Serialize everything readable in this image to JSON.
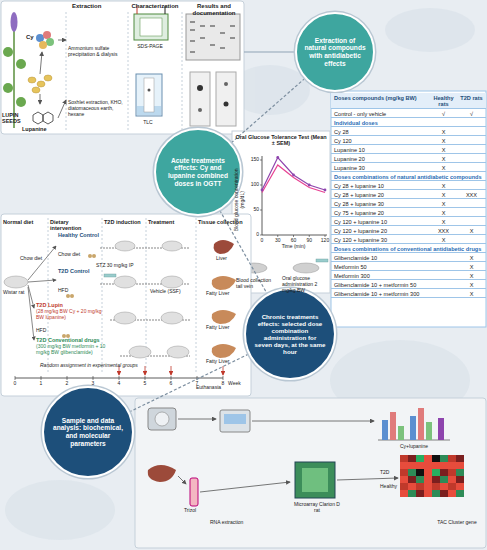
{
  "diagram": {
    "nodes": [
      {
        "text": [
          "Extraction of natural compounds with antidiabetic effects"
        ]
      },
      {
        "text": [
          "Acute treatments effects: Cy and lupanine combined doses in OGTT"
        ]
      },
      {
        "text": [
          "Chronic treatments effects: selected dose combination administration for seven days, at the same hour"
        ]
      },
      {
        "text": [
          "Sample and data analysis: biochemical, and molecular parameters"
        ]
      }
    ],
    "edges": [
      {
        "from": 0,
        "to": 1,
        "arrow": "none"
      },
      {
        "from": 1,
        "to": 2,
        "arrow": "none"
      },
      {
        "from": 2,
        "to": 3,
        "arrow": "none"
      }
    ],
    "labels": [
      "Extraction",
      "Characterization",
      "Results and documentation",
      "LUPIN SEEDS",
      "Cy",
      "Ammonium sulfate precipitation & dialysis",
      "SDS-PAGE",
      "Lupanine",
      "Soxhlet extraction, KHO, diatomaceous earth, hexane",
      "TLC",
      "Doses compounds (mg/kg BW)",
      "Healthy rats",
      "T2D rats",
      "Control - only vehicle",
      "√",
      "√",
      "Individual doses",
      "Cy 28",
      "X",
      "Cy 120",
      "X",
      "Lupanine 10",
      "X",
      "Lupanine 20",
      "X",
      "Lupanine 30",
      "X",
      "Doses combinations of natural antidiabetic compounds",
      "Cy 28 + lupanine 10",
      "X",
      "Cy 28 + lupanine 20",
      "X",
      "XXX",
      "Cy 28 + lupanine 30",
      "X",
      "Cy 75 + lupanine 20",
      "X",
      "Cy 120 + lupanine 10",
      "X",
      "Cy 120 + lupanine 20",
      "XXX",
      "X",
      "Cy 120 + lupanine 30",
      "X",
      "Doses combinations of conventional antidiabetic drugs",
      "Glibenclamide 10",
      "X",
      "Metformin 50",
      "X",
      "Metformin 300",
      "X",
      "Glibenclamide 10 + metformin 50",
      "X",
      "Glibenclamide 10 + metformin 300",
      "X",
      "Oral Glucose Tolerance Test (Mean ± SEM)",
      "Blood glucose concentration (mg/dL)",
      "Time (min)",
      "0",
      "50",
      "100",
      "150",
      "0",
      "30",
      "60",
      "90",
      "120",
      "Blood collection tail vein",
      "Oral glucose administration 2 mg/kg BW",
      "Normal diet",
      "Dietary intervention",
      "T2D induction",
      "Treatment",
      "Tissue collection",
      "Wistar rat",
      "Chow diet",
      "Healthy Control",
      "Chow diet",
      "Liver",
      "T2D Control",
      "HFD",
      "STZ 30 mg/kg IP",
      "Vehicle (SSF)",
      "Fatty Liver",
      "T2D Lupin",
      "(28 mg/kg BW Cy + 20 mg/kg BW lupanine)",
      "HFD",
      "Fatty Liver",
      "T2D Conventional drugs",
      "(300 mg/kg BW metformin + 10 mg/kg BW glibenclamide)",
      "Fatty Liver",
      "Random assignment in experimental groups",
      "Week",
      "0",
      "1",
      "2",
      "3",
      "4",
      "5",
      "6",
      "7",
      "8",
      "Euthanasia",
      "RNA extraction",
      "Trizol",
      "Microarray Clarion D rat",
      "Cy+lupanine",
      "T2D",
      "Healthy",
      "TAC Cluster gene"
    ]
  }
}
